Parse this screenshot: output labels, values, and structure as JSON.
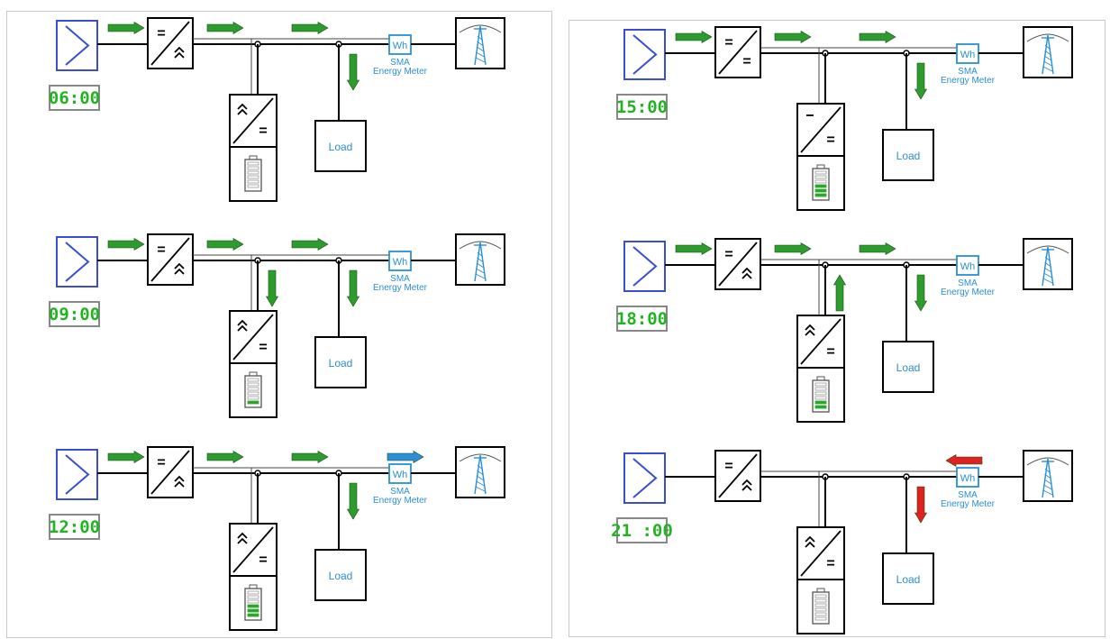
{
  "labels": {
    "wh": "Wh",
    "meter_line1": "SMA",
    "meter_line2": "Energy Meter",
    "load": "Load",
    "equals": "="
  },
  "colors": {
    "flow_green": "#2e9b2e",
    "flow_blue": "#2a8fd6",
    "flow_red": "#e0221f",
    "pv_blue": "#3a4fd0",
    "meter_blue": "#2a8fd6",
    "clock_green": "#22b322",
    "battery_green": "#2ea52e"
  },
  "scenarios": [
    {
      "time": "06:00",
      "battery_bars": 0,
      "inv_top_glyph": "chevrons",
      "arrows": {
        "pv_right": "green",
        "dc_right": "green",
        "ac_right": "green",
        "load_down": "green",
        "grid_arrow": "none",
        "grid_color": "none",
        "battery_arrow": "none"
      }
    },
    {
      "time": "09:00",
      "battery_bars": 1,
      "inv_top_glyph": "chevrons",
      "arrows": {
        "pv_right": "green",
        "dc_right": "green",
        "ac_right": "green",
        "load_down": "green",
        "grid_arrow": "none",
        "grid_color": "none",
        "battery_arrow": "down"
      }
    },
    {
      "time": "12:00",
      "battery_bars": 3,
      "inv_top_glyph": "chevrons",
      "arrows": {
        "pv_right": "green",
        "dc_right": "green",
        "ac_right": "green",
        "load_down": "green",
        "grid_arrow": "right",
        "grid_color": "blue",
        "battery_arrow": "none"
      }
    },
    {
      "time": "15:00",
      "battery_bars": 3,
      "inv_top_glyph": "tilde",
      "arrows": {
        "pv_right": "green",
        "dc_right": "green",
        "ac_right": "green",
        "load_down": "green",
        "grid_arrow": "none",
        "grid_color": "none",
        "battery_arrow": "none"
      }
    },
    {
      "time": "18:00",
      "battery_bars": 2,
      "inv_top_glyph": "chevrons",
      "arrows": {
        "pv_right": "green",
        "dc_right": "green",
        "ac_right": "green",
        "load_down": "green",
        "grid_arrow": "none",
        "grid_color": "none",
        "battery_arrow": "up"
      }
    },
    {
      "time": "21 :00",
      "battery_bars": 0,
      "inv_top_glyph": "chevrons",
      "arrows": {
        "pv_right": "none",
        "dc_right": "none",
        "ac_right": "none",
        "load_down": "red",
        "grid_arrow": "left",
        "grid_color": "red",
        "battery_arrow": "none"
      }
    }
  ]
}
